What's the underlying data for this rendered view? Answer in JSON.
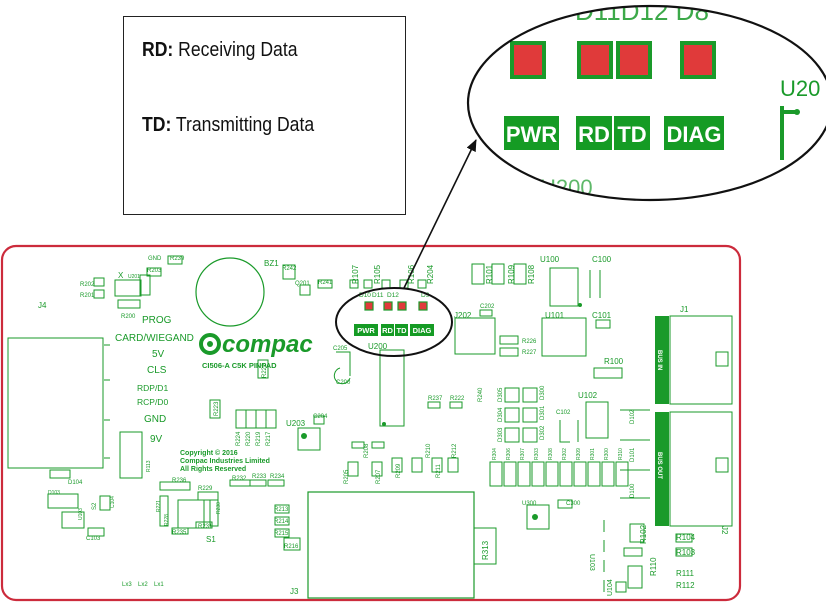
{
  "legend": {
    "rd_abbr": "RD:",
    "rd_text": "Receiving Data",
    "td_abbr": "TD:",
    "td_text": "Transmitting Data"
  },
  "zoom": {
    "top_text": "D11D12 D8",
    "bottom_text": "U200",
    "right_text": "U20",
    "leds": [
      "PWR",
      "RD",
      "TD",
      "DIAG"
    ]
  },
  "board": {
    "brand": "compac",
    "model": "CI506-A C5K PINPAD",
    "copyright": [
      "Copyright © 2016",
      "Compac Industries Limited",
      "All Rights Reserved"
    ],
    "leds": [
      "PWR",
      "RD",
      "TD",
      "DIAG"
    ],
    "led_refs": [
      "D10",
      "D11",
      "D12",
      "D9"
    ],
    "side_labels": [
      "PROG",
      "CARD/WIEGAND",
      "5V",
      "CLS",
      "RDP/D1",
      "RCP/D0",
      "GND",
      "9V"
    ],
    "connectors": {
      "j1": "J1",
      "j2": "J2",
      "j3": "J3",
      "j4": "J4",
      "bus_in": "BUS IN",
      "bus_out": "BUS OUT",
      "s1": "S1",
      "s2": "S2"
    },
    "refs": {
      "gnd": "GND",
      "r239": "R239",
      "x": "X",
      "r203": "R203",
      "r202": "R202",
      "r201": "R201",
      "u201": "U201",
      "r200": "R200",
      "bz1": "BZ1",
      "r242": "R242",
      "q201": "Q201",
      "r241": "R241",
      "r107": "R107",
      "r105": "R105",
      "r106": "R106",
      "r204": "R204",
      "r101": "R101",
      "r109": "R109",
      "r108": "R108",
      "u100": "U100",
      "c100": "C100",
      "j202": "J202",
      "c202": "C202",
      "u101": "U101",
      "c101": "C101",
      "r226": "R226",
      "r227": "R227",
      "c205": "C205",
      "c200": "C200",
      "u200": "U200",
      "r100": "R100",
      "r222_a": "R222",
      "r223": "R223",
      "r237": "R237",
      "r222": "R222",
      "r240": "R240",
      "d305": "D305",
      "d300": "D300",
      "d304": "D304",
      "d301": "D301",
      "d303": "D303",
      "d302": "D302",
      "c102": "C102",
      "u102": "U102",
      "r224": "R224",
      "r220": "R220",
      "r219": "R219",
      "r217": "R217",
      "u203": "U203",
      "c204": "C204",
      "r113": "R113",
      "r205": "R205",
      "r207": "R207",
      "r208": "R208",
      "r209": "R209",
      "r210": "R210",
      "r211": "R211",
      "r212": "R212",
      "r304": "R304",
      "r306": "R306",
      "r307": "R307",
      "r303": "R303",
      "r308": "R308",
      "r302": "R302",
      "r309": "R309",
      "r301": "R301",
      "r300": "R300",
      "r310": "R310",
      "d102": "D102",
      "d101": "D101",
      "d100": "D100",
      "d104": "D104",
      "d103": "D103",
      "r236": "R236",
      "r229": "R229",
      "c104": "C104",
      "r221": "R221",
      "r228": "R228",
      "r230": "R230",
      "r235": "R235",
      "r231": "R231",
      "r232": "R232",
      "r233": "R233",
      "r234": "R234",
      "u103": "U103",
      "c103": "C103",
      "r213": "R213",
      "r214": "R214",
      "r215": "R215",
      "r216": "R216",
      "u300": "U300",
      "c300": "C300",
      "r313": "R313",
      "u103b": "U103",
      "r102": "R102",
      "r104": "R104",
      "r103": "R103",
      "r110": "R110",
      "r111": "R111",
      "r112": "R112",
      "u104": "U104",
      "lx3": "Lx3",
      "lx2": "Lx2",
      "lx1": "Lx1"
    }
  },
  "colors": {
    "pcb_outline": "#cc2b3c",
    "silk": "#1a9a2a",
    "led_fill": "#e03a3a",
    "label_bg": "#159b24",
    "label_text": "#ffffff"
  }
}
